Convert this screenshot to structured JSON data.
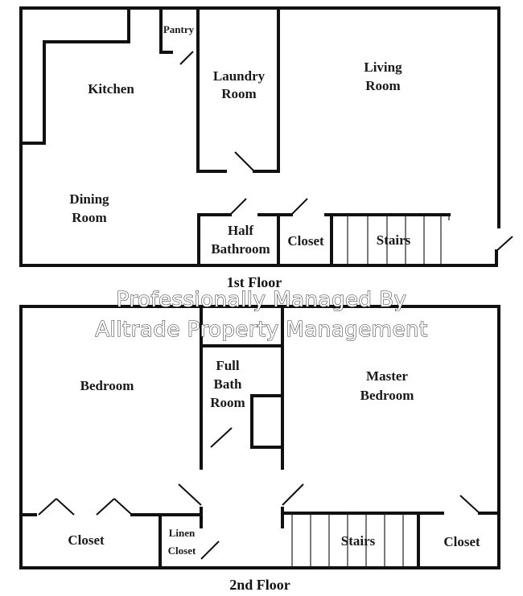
{
  "floor1": {
    "label": "1st Floor",
    "rooms": {
      "pantry": "Pantry",
      "kitchen": "Kitchen",
      "laundry_1": "Laundry",
      "laundry_2": "Room",
      "living_1": "Living",
      "living_2": "Room",
      "dining_1": "Dining",
      "dining_2": "Room",
      "half_bath_1": "Half",
      "half_bath_2": "Bathroom",
      "closet": "Closet",
      "stairs": "Stairs"
    }
  },
  "floor2": {
    "label": "2nd Floor",
    "rooms": {
      "bedroom": "Bedroom",
      "full_bath_1": "Full",
      "full_bath_2": "Bath",
      "full_bath_3": "Room",
      "master_1": "Master",
      "master_2": "Bedroom",
      "closet_left": "Closet",
      "linen_1": "Linen",
      "linen_2": "Closet",
      "stairs": "Stairs",
      "closet_right": "Closet"
    }
  },
  "watermark": {
    "line1": "Professionally Managed By",
    "line2": "Alltrade Property Management"
  }
}
